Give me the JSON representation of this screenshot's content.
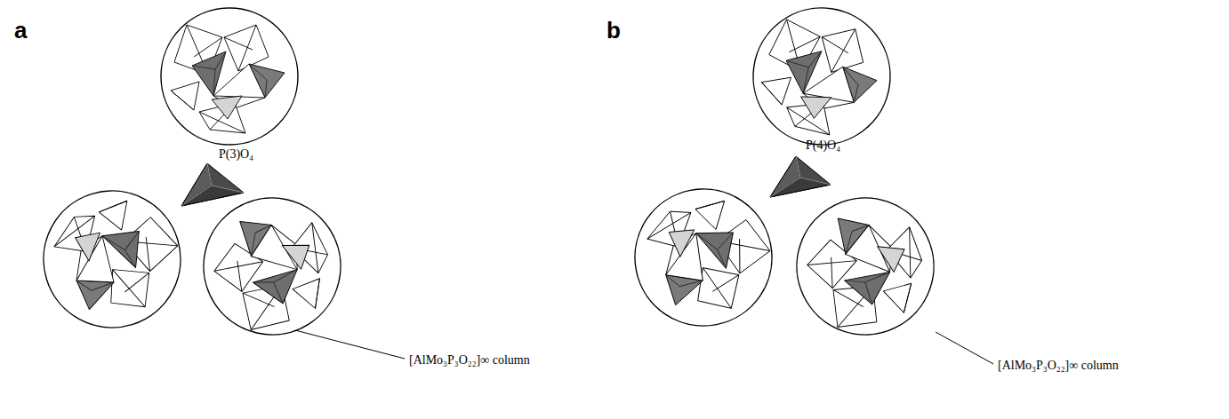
{
  "diagram": {
    "labels": [
      "a",
      "P(3)O₄",
      "[AlMo₃P₃O₂₂]∞ column",
      "b",
      "P(4)O₄",
      "[AlMo₃P₃O₂₂]∞ column"
    ]
  }
}
